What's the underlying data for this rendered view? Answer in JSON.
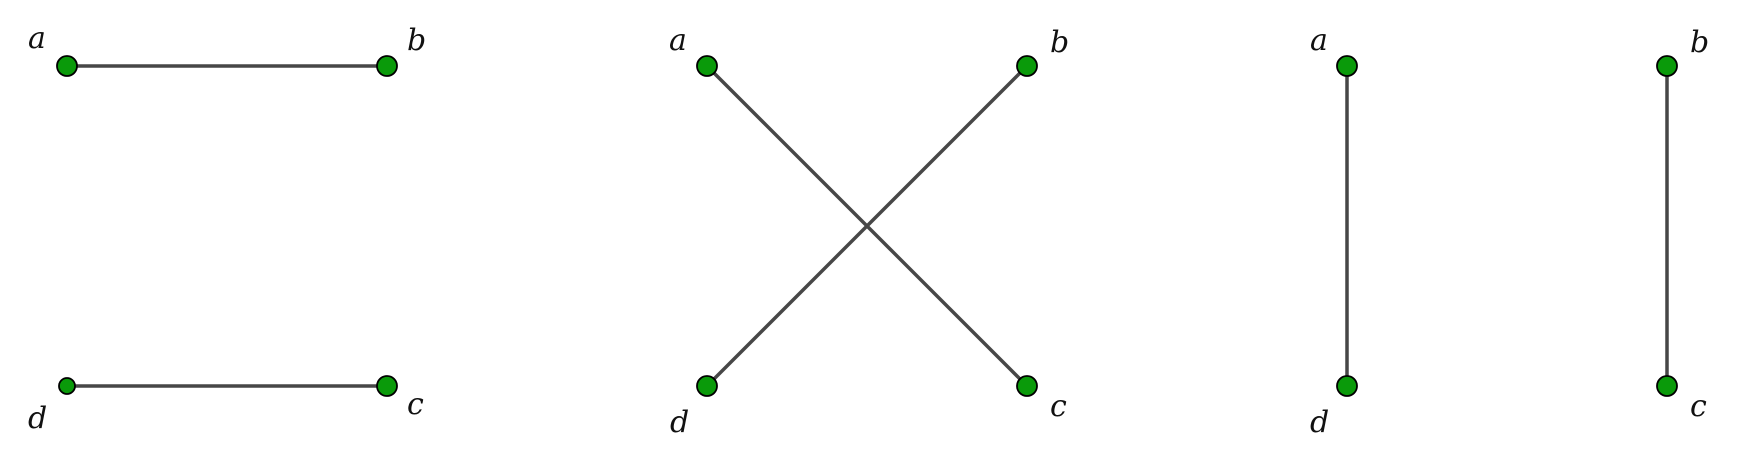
{
  "colors": {
    "vertex_fill": "#0a9a0a",
    "vertex_stroke": "#000000",
    "edge": "#474747",
    "label": "#111111"
  },
  "graphs": [
    {
      "labels": {
        "a": "a",
        "b": "b",
        "c": "c",
        "d": "d"
      },
      "edges": [
        [
          "a",
          "b"
        ],
        [
          "d",
          "c"
        ]
      ]
    },
    {
      "labels": {
        "a": "a",
        "b": "b",
        "c": "c",
        "d": "d"
      },
      "edges": [
        [
          "a",
          "c"
        ],
        [
          "d",
          "b"
        ]
      ]
    },
    {
      "labels": {
        "a": "a",
        "b": "b",
        "c": "c",
        "d": "d"
      },
      "edges": [
        [
          "a",
          "d"
        ],
        [
          "b",
          "c"
        ]
      ]
    }
  ]
}
